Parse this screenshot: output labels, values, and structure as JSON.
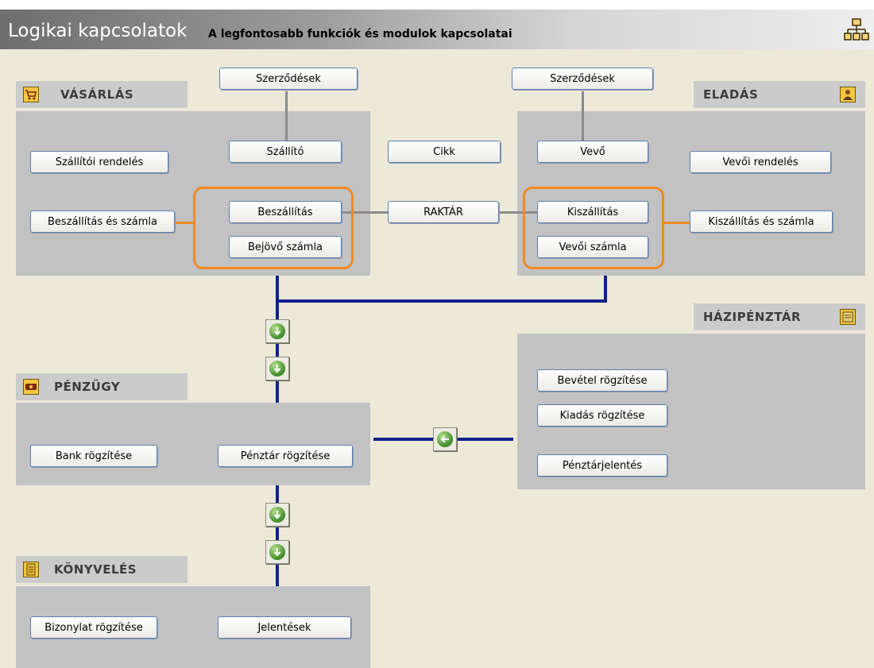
{
  "header": {
    "title": "Logikai kapcsolatok",
    "subtitle": "A legfontosabb funkciók és modulok kapcsolatai"
  },
  "sections": {
    "vasarlas": "VÁSÁRLÁS",
    "eladas": "ELADÁS",
    "hazipenztar": "HÁZIPÉNZTÁR",
    "penzugy": "PÉNZÜGY",
    "konyveles": "KÖNYVELÉS"
  },
  "buttons": {
    "szerzodesek_left": "Szerződések",
    "szerzodesek_right": "Szerződések",
    "szallito": "Szállító",
    "cikk": "Cikk",
    "vevo": "Vevő",
    "szallitoi_rendeles": "Szállítói rendelés",
    "vevoi_rendeles": "Vevői rendelés",
    "beszallitas_es_szamla": "Beszállítás és számla",
    "beszallitas": "Beszállítás",
    "raktar": "RAKTÁR",
    "kiszallitas": "Kiszállítás",
    "kiszallitas_es_szamla": "Kiszállítás és számla",
    "bejovo_szamla": "Bejövő számla",
    "vevoi_szamla": "Vevői számla",
    "bevetel_rogzitese": "Bevétel rögzítése",
    "kiadas_rogzitese": "Kiadás rögzítése",
    "penztarjelentes": "Pénztárjelentés",
    "bank_rogzitese": "Bank rögzítése",
    "penztar_rogzitese": "Pénztár rögzítése",
    "bizonylat_rogzitese": "Bizonylat rögzítése",
    "jelentesek": "Jelentések"
  },
  "icons": {
    "header": "org-chart-icon",
    "vasarlas": "shopping-cart-icon",
    "eladas": "salesperson-icon",
    "hazipenztar": "cash-register-icon",
    "penzugy": "money-icon",
    "konyveles": "ledger-icon",
    "flow_arrow": "arrow-down-icon",
    "flow_arrow_left": "arrow-left-icon"
  },
  "colors": {
    "highlight": "#f08a24",
    "connector": "#10208c",
    "link": "#8a8a8a",
    "panel": "#c2c2c2"
  }
}
